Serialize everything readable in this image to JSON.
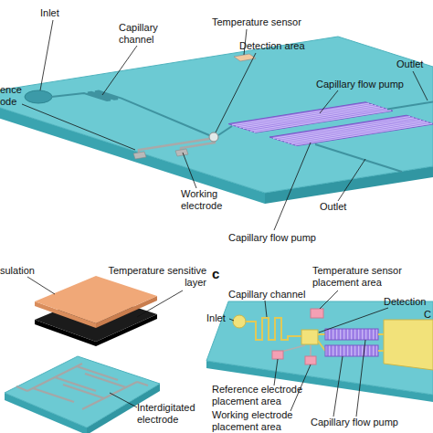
{
  "diagram": {
    "labels": [
      "Inlet",
      "Capillary channel",
      "Temperature sensor",
      "ence",
      "ode",
      "Detection area",
      "Capillary flow pump",
      "Outlet",
      "Working electrode",
      "Capillary flow pump",
      "Outlet",
      "sulation",
      "Temperature sensitive layer",
      "c",
      "Capillary channel",
      "Temperature sensor placement area",
      "Inlet",
      "Detection",
      "C",
      "Interdigitated electrode",
      "Reference electrode placement area",
      "Working electrode placement area",
      "Capillary flow pump"
    ]
  }
}
